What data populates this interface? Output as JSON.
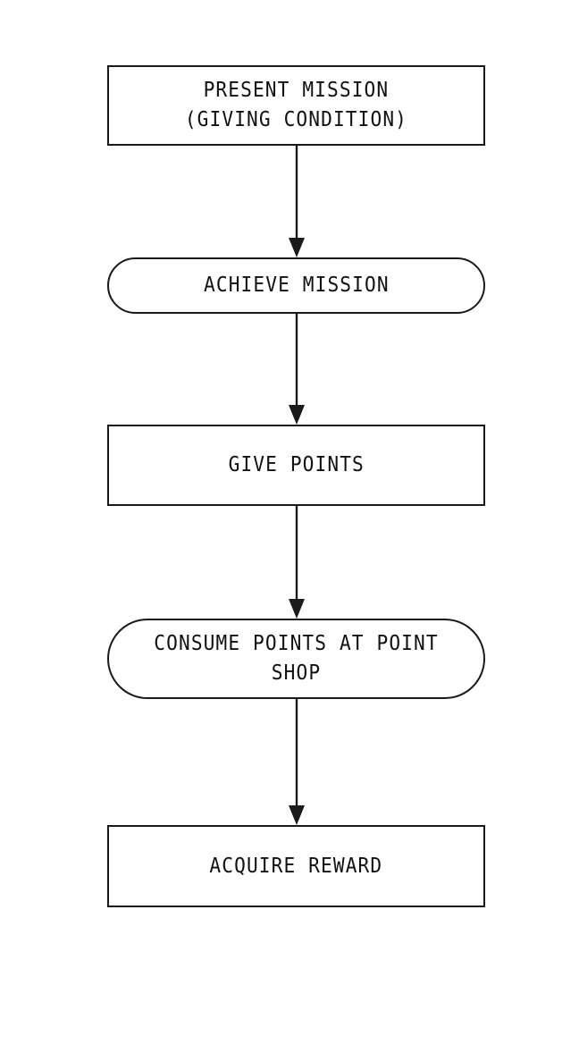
{
  "diagram": {
    "type": "flowchart",
    "orientation": "vertical",
    "background_color": "#ffffff",
    "stroke_color": "#1a1a1a",
    "text_color": "#111111",
    "nodes": [
      {
        "id": "present-mission",
        "shape": "rectangle",
        "label": "PRESENT MISSION\n(GIVING CONDITION)",
        "line1": "PRESENT MISSION",
        "line2": "(GIVING CONDITION)"
      },
      {
        "id": "achieve-mission",
        "shape": "stadium",
        "label": "ACHIEVE MISSION"
      },
      {
        "id": "give-points",
        "shape": "rectangle",
        "label": "GIVE POINTS"
      },
      {
        "id": "consume-points-at-point-shop",
        "shape": "stadium",
        "label": "CONSUME POINTS AT POINT SHOP"
      },
      {
        "id": "acquire-reward",
        "shape": "rectangle",
        "label": "ACQUIRE REWARD"
      }
    ],
    "connectors": [
      {
        "id": "arrow-1",
        "from": "present-mission",
        "to": "achieve-mission",
        "style": "solid-arrow-down"
      },
      {
        "id": "arrow-2",
        "from": "achieve-mission",
        "to": "give-points",
        "style": "solid-arrow-down"
      },
      {
        "id": "arrow-3",
        "from": "give-points",
        "to": "consume-points-at-point-shop",
        "style": "solid-arrow-down"
      },
      {
        "id": "arrow-4",
        "from": "consume-points-at-point-shop",
        "to": "acquire-reward",
        "style": "solid-arrow-down"
      }
    ]
  }
}
